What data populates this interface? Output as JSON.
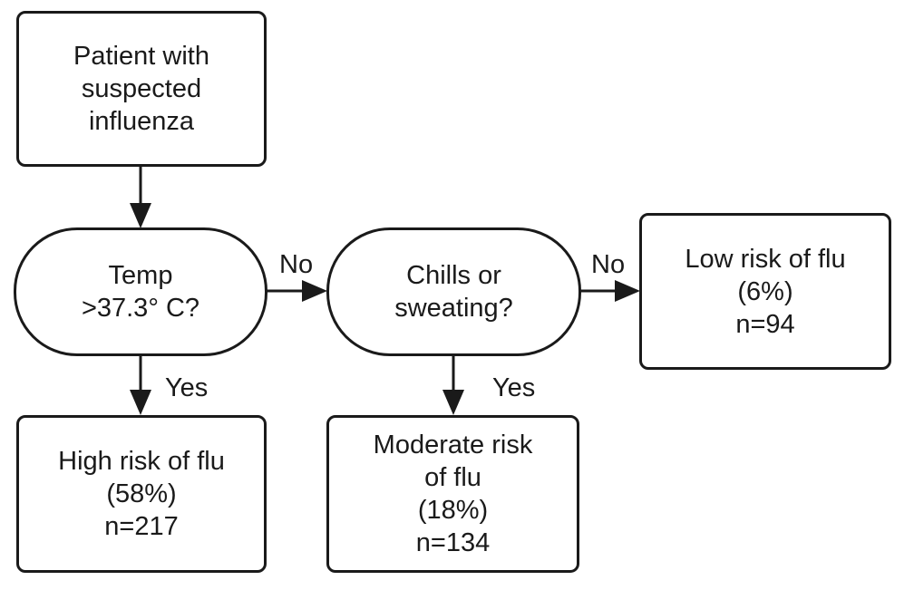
{
  "nodes": {
    "start": {
      "lines": [
        "Patient with",
        "suspected",
        "influenza"
      ]
    },
    "temp": {
      "lines": [
        "Temp",
        ">37.3° C?"
      ]
    },
    "chills": {
      "lines": [
        "Chills or",
        "sweating?"
      ]
    },
    "low": {
      "lines": [
        "Low risk of flu",
        "(6%)",
        "n=94"
      ]
    },
    "high": {
      "lines": [
        "High risk of flu",
        "(58%)",
        "n=217"
      ]
    },
    "moderate": {
      "lines": [
        "Moderate risk",
        "of flu",
        "(18%)",
        "n=134"
      ]
    }
  },
  "edges": {
    "temp_no": "No",
    "chills_no": "No",
    "temp_yes": "Yes",
    "chills_yes": "Yes"
  },
  "colors": {
    "stroke": "#1a1a1a",
    "background": "#ffffff"
  }
}
